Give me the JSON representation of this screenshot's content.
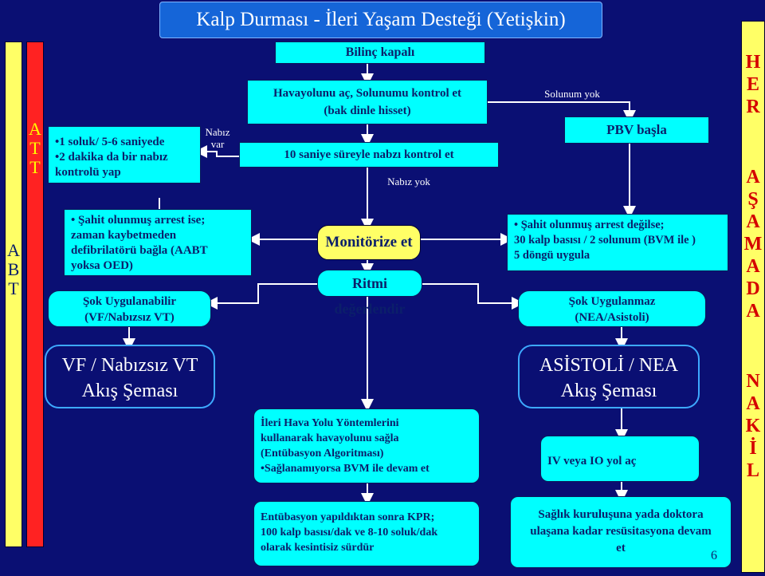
{
  "title": "Kalp Durması - İleri Yaşam Desteği  (Yetişkin)",
  "left_bar": {
    "letters": [
      "A",
      "B",
      "T"
    ]
  },
  "red_bar": {
    "letters": [
      "A",
      "T",
      "T"
    ]
  },
  "right_bar": {
    "letters": [
      "H",
      "E",
      "R",
      "",
      "A",
      "Ş",
      "A",
      "M",
      "A",
      "D",
      "A",
      "",
      "N",
      "A",
      "K",
      "İ",
      "L"
    ]
  },
  "nodes": {
    "bilinc": "Bilinç kapalı",
    "havayolu_1": "Havayolunu  aç, Solunumu kontrol et",
    "havayolu_2": "(bak dinle hisset)",
    "nabiz_kontrol": "10 saniye süreyle nabzı kontrol et",
    "monitor": "Monitörize et",
    "ritim": "Ritmi değerlendir",
    "pbv": "PBV başla",
    "att_items": [
      "•1 soluk/ 5-6 saniyede",
      "•2 dakika da bir nabız",
      "kontrolü yap"
    ],
    "sahit_left": [
      "• Şahit olunmuş arrest ise;",
      "zaman kaybetmeden",
      "defibrilatörü bağla (AABT",
      "yoksa OED)"
    ],
    "sok_uyg_1": "Şok Uygulanabilir",
    "sok_uyg_2": "(VF/Nabızsız VT)",
    "vf_1": "VF / Nabızsız VT",
    "vf_2": "Akış Şeması",
    "sahit_right": [
      "• Şahit olunmuş arrest  değilse;",
      "30 kalp basısı / 2 solunum (BVM ile )",
      "5 döngü uygula"
    ],
    "sok_yok_1": "Şok Uygulanmaz",
    "sok_yok_2": "(NEA/Asistoli)",
    "asistoli_1": "ASİSTOLİ / NEA",
    "asistoli_2": "Akış Şeması",
    "ileri_hava": [
      "İleri Hava Yolu Yöntemlerini",
      "kullanarak havayolunu sağla",
      "(Entübasyon Algoritması)",
      "•Sağlanamıyorsa BVM ile devam et"
    ],
    "entubasyon": [
      "Entübasyon yapıldıktan sonra KPR;",
      "100 kalp basısı/dak ve 8-10 soluk/dak",
      "olarak kesintisiz sürdür"
    ],
    "iv_io": "IV veya IO  yol aç",
    "saglik": [
      "Sağlık kuruluşuna yada doktora",
      "ulaşana kadar resüsitasyona devam",
      "et"
    ]
  },
  "labels": {
    "nabiz_var_1": "Nabız",
    "nabiz_var_2": "var",
    "nabiz_yok": "Nabız yok",
    "solunum_yok": "Solunum yok"
  },
  "page_number": "6"
}
